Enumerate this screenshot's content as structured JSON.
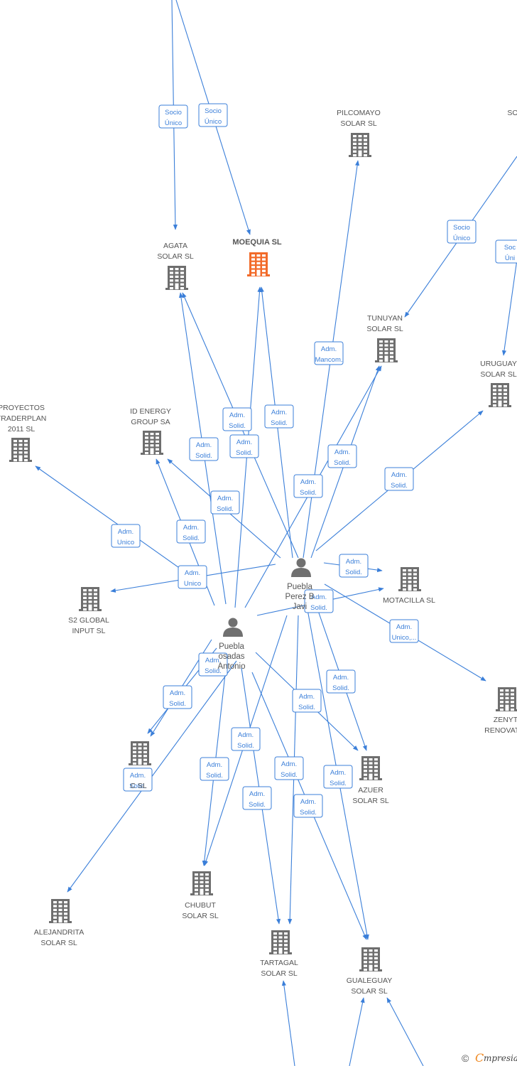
{
  "nodes": [
    {
      "id": "agata",
      "type": "company",
      "label": [
        "AGATA",
        "SOLAR  SL"
      ]
    },
    {
      "id": "moequia",
      "type": "company",
      "focus": true,
      "label": [
        "MOEQUIA  SL"
      ]
    },
    {
      "id": "pilcomayo",
      "type": "company",
      "label": [
        "PILCOMAYO",
        "SOLAR  SL"
      ]
    },
    {
      "id": "top_right",
      "type": "label",
      "label": [
        "SO"
      ]
    },
    {
      "id": "tunuyan",
      "type": "company",
      "label": [
        "TUNUYAN",
        "SOLAR  SL"
      ]
    },
    {
      "id": "uruguay",
      "type": "company",
      "label": [
        "URUGUAY",
        "SOLAR SL"
      ]
    },
    {
      "id": "proyectos",
      "type": "company",
      "label": [
        "PROYECTOS",
        "TRADERPLAN",
        "2011 SL"
      ]
    },
    {
      "id": "idenergy",
      "type": "company",
      "label": [
        "ID ENERGY",
        "GROUP SA"
      ]
    },
    {
      "id": "s2global",
      "type": "company",
      "label": [
        "S2 GLOBAL",
        "INPUT  SL"
      ]
    },
    {
      "id": "motacilla",
      "type": "company",
      "label": [
        "MOTACILLA SL"
      ]
    },
    {
      "id": "zenyt",
      "type": "company",
      "label": [
        "ZENYT",
        "RENOVATIU"
      ]
    },
    {
      "id": "c_solar",
      "type": "company",
      "label": [
        "C        SL"
      ]
    },
    {
      "id": "azuer",
      "type": "company",
      "label": [
        "AZUER",
        "SOLAR  SL"
      ]
    },
    {
      "id": "alejandrita",
      "type": "company",
      "label": [
        "ALEJANDRITA",
        "SOLAR  SL"
      ]
    },
    {
      "id": "chubut",
      "type": "company",
      "label": [
        "CHUBUT",
        "SOLAR  SL"
      ]
    },
    {
      "id": "tartagal",
      "type": "company",
      "label": [
        "TARTAGAL",
        "SOLAR  SL"
      ]
    },
    {
      "id": "gualeguay",
      "type": "company",
      "label": [
        "GUALEGUAY",
        "SOLAR  SL"
      ]
    },
    {
      "id": "puebla_perez",
      "type": "person",
      "label": [
        "Puebla",
        "Perez B",
        "Javi"
      ]
    },
    {
      "id": "puebla_posadas",
      "type": "person",
      "label": [
        "Puebla",
        "osadas",
        "Antonio"
      ]
    }
  ],
  "edges": [
    {
      "label": [
        "Socio",
        "Único"
      ]
    },
    {
      "label": [
        "Socio",
        "Único"
      ]
    },
    {
      "label": [
        "Socio",
        "Único"
      ]
    },
    {
      "label": [
        "Soc",
        "Úni"
      ]
    },
    {
      "label": [
        "Adm.",
        "Mancom."
      ]
    },
    {
      "label": [
        "Adm.",
        "Solid."
      ]
    },
    {
      "label": [
        "Adm.",
        "Solid."
      ]
    },
    {
      "label": [
        "Adm.",
        "Solid."
      ]
    },
    {
      "label": [
        "Adm.",
        "Solid."
      ]
    },
    {
      "label": [
        "Adm.",
        "Solid."
      ]
    },
    {
      "label": [
        "Adm.",
        "Solid."
      ]
    },
    {
      "label": [
        "Adm.",
        "Solid."
      ]
    },
    {
      "label": [
        "Adm.",
        "Solid."
      ]
    },
    {
      "label": [
        "Adm.",
        "Unico"
      ]
    },
    {
      "label": [
        "Adm.",
        "Solid."
      ]
    },
    {
      "label": [
        "Adm.",
        "Unico"
      ]
    },
    {
      "label": [
        "Adm.",
        "Solid."
      ]
    },
    {
      "label": [
        "Adm.",
        "Solid."
      ]
    },
    {
      "label": [
        "Adm.",
        "Unico,..."
      ]
    },
    {
      "label": [
        "Adm.",
        "Solid."
      ]
    },
    {
      "label": [
        "Adm.",
        "Solid."
      ]
    },
    {
      "label": [
        "Adm.",
        "Solid."
      ]
    },
    {
      "label": [
        "Adm.",
        "Solid."
      ]
    },
    {
      "label": [
        "Adm.",
        "Solid."
      ]
    },
    {
      "label": [
        "Adm.",
        "Solid."
      ]
    },
    {
      "label": [
        "Adm.",
        "Solid."
      ]
    },
    {
      "label": [
        "Adm.",
        "Solid."
      ]
    },
    {
      "label": [
        "Adm.",
        "Solid."
      ]
    },
    {
      "label": [
        "Adm.",
        "Solid."
      ]
    },
    {
      "label": [
        "Adm.",
        "Solid."
      ]
    },
    {
      "label": [
        "Adm.",
        "Solid."
      ]
    }
  ],
  "footer": {
    "copyright": "©",
    "brand_initial": "C",
    "brand_rest": "mpresia"
  },
  "colors": {
    "edge": "#3b7fd9",
    "company_icon": "#6e6e6e",
    "focus_icon": "#f26b2a",
    "person_icon": "#707070",
    "label_text": "#555555",
    "brand_accent": "#f08a24"
  },
  "icons": {
    "company": "building-icon",
    "person": "person-icon"
  }
}
